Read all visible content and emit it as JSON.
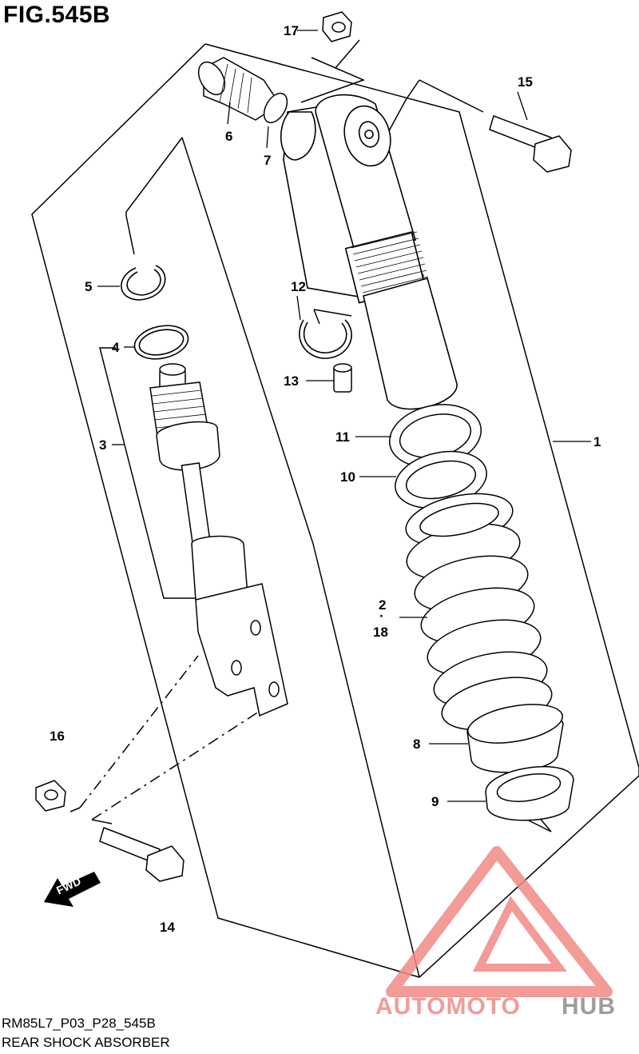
{
  "figure": {
    "title": "FIG.545B",
    "code": "RM85L7_P03_P28_545B",
    "caption": "REAR SHOCK ABSORBER"
  },
  "callouts": [
    "1",
    "2",
    "18",
    "3",
    "4",
    "5",
    "6",
    "7",
    "8",
    "9",
    "10",
    "11",
    "12",
    "13",
    "14",
    "15",
    "16",
    "17"
  ],
  "fwd_label": "FWD",
  "watermark": {
    "part1": "AUTOMOTO",
    "part2": "HUB",
    "color_primary": "#f08a86",
    "color_secondary": "#8c8c8c"
  }
}
